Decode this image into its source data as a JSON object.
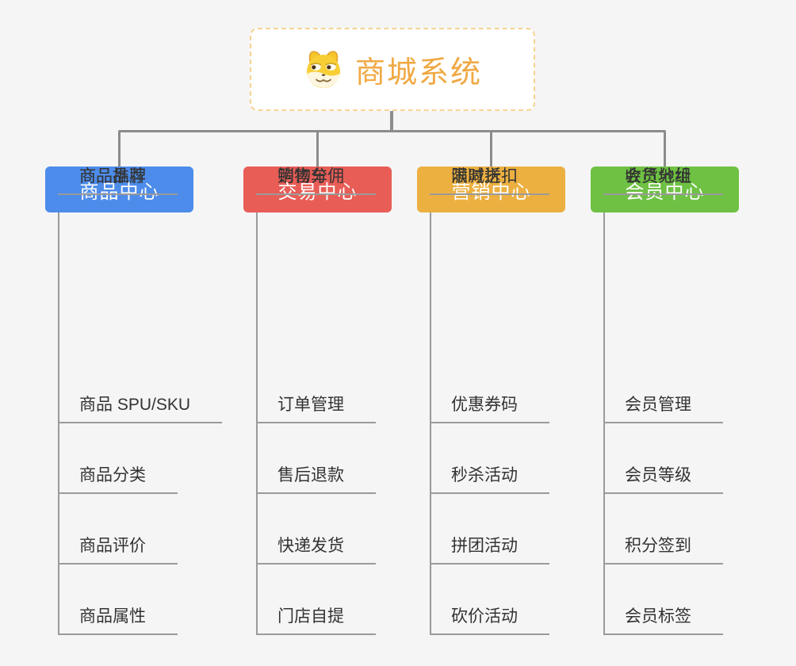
{
  "canvas": {
    "background": "#f5f5f6",
    "connector_color": "#8c8c8c",
    "underline_color": "#9a9a9a"
  },
  "root": {
    "title": "商城系统",
    "title_color": "#f0a843",
    "border_color": "#f6d392",
    "icon": "doge-dog-icon"
  },
  "branches": [
    {
      "title": "商品中心",
      "color": "#4d8cea",
      "items": [
        "商品 SPU/SKU",
        "商品分类",
        "商品评价",
        "商品属性",
        "商品推荐",
        "商品品牌"
      ]
    },
    {
      "title": "交易中心",
      "color": "#e85d56",
      "items": [
        "订单管理",
        "售后退款",
        "快递发货",
        "门店自提",
        "购物车",
        "销售分佣"
      ]
    },
    {
      "title": "营销中心",
      "color": "#ecb041",
      "items": [
        "优惠券码",
        "秒杀活动",
        "拼团活动",
        "砍价活动",
        "限时折扣",
        "满减送"
      ]
    },
    {
      "title": "会员中心",
      "color": "#6ec143",
      "items": [
        "会员管理",
        "会员等级",
        "积分签到",
        "会员标签",
        "会员分组",
        "收货地址"
      ]
    }
  ]
}
